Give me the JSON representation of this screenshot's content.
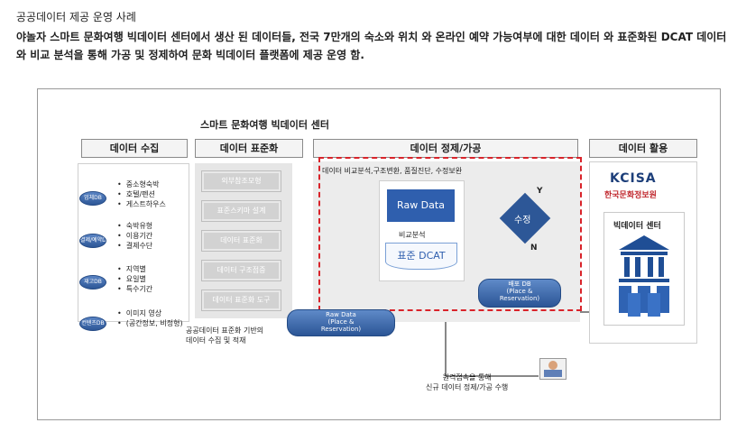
{
  "page": {
    "heading": "공공데이터 제공 운영 사례",
    "description": "야놀자 스마트 문화여행 빅데이터 센터에서 생산 된 데이터들, 전국 7만개의 숙소와 위치 와 온라인 예약 가능여부에 대한 데이터 와 표준화된 DCAT 데이터와 비교 분석을 통해 가공 및 정제하여 문화 빅데이터 플랫폼에 제공 운영 함."
  },
  "diagram": {
    "center_title": "스마트 문화여행 빅데이터 센터",
    "sections": {
      "collect": "데이터 수집",
      "standardize": "데이터 표준화",
      "refine": "데이터 정제/가공",
      "use": "데이터 활용"
    },
    "collect_groups": [
      {
        "db": "업체DB",
        "items": [
          "중소형숙박",
          "호텔/펜션",
          "게스트하우스"
        ]
      },
      {
        "db": "결제/예약DB",
        "items": [
          "숙박유형",
          "이용기간",
          "결제수단"
        ]
      },
      {
        "db": "재고DB",
        "items": [
          "지역별",
          "요일별",
          "특수기간"
        ]
      },
      {
        "db": "컨텐츠DB",
        "items": [
          "이미지 영상",
          "(공간정보, 비정형)"
        ]
      }
    ],
    "standardize_steps": [
      "외부참조모형",
      "표준스키마 설계",
      "데이터 표준화",
      "데이터 구조점증",
      "데이터 표준화 도구"
    ],
    "refine_note": "데이터 비교분석,구조변환, 품질진단, 수정보완",
    "raw_data_box": "Raw Data",
    "compare_label": "비교분석",
    "dcat_label": "표준 DCAT",
    "decision_label": "수정",
    "yes_label": "Y",
    "no_label": "N",
    "deploy_db": "배포 DB\n(Place &\nReservation)",
    "raw_data_cylinder": "Raw Data\n(Place &\nReservation)",
    "collect_caption": "공공데이터 표준화 기반의\n데이터 수집 및 적재",
    "remote_caption": "원격접속을 통해\n신규 데이터 정제/가공 수행",
    "kcisa_logo": "KCISA",
    "kcisa_name": "한국문화정보원",
    "bigdata_center": "빅데이터 센터"
  },
  "colors": {
    "accent_blue": "#2f5fae",
    "dashed_red": "#d9232a",
    "gray_panel": "#e6e6e6"
  }
}
